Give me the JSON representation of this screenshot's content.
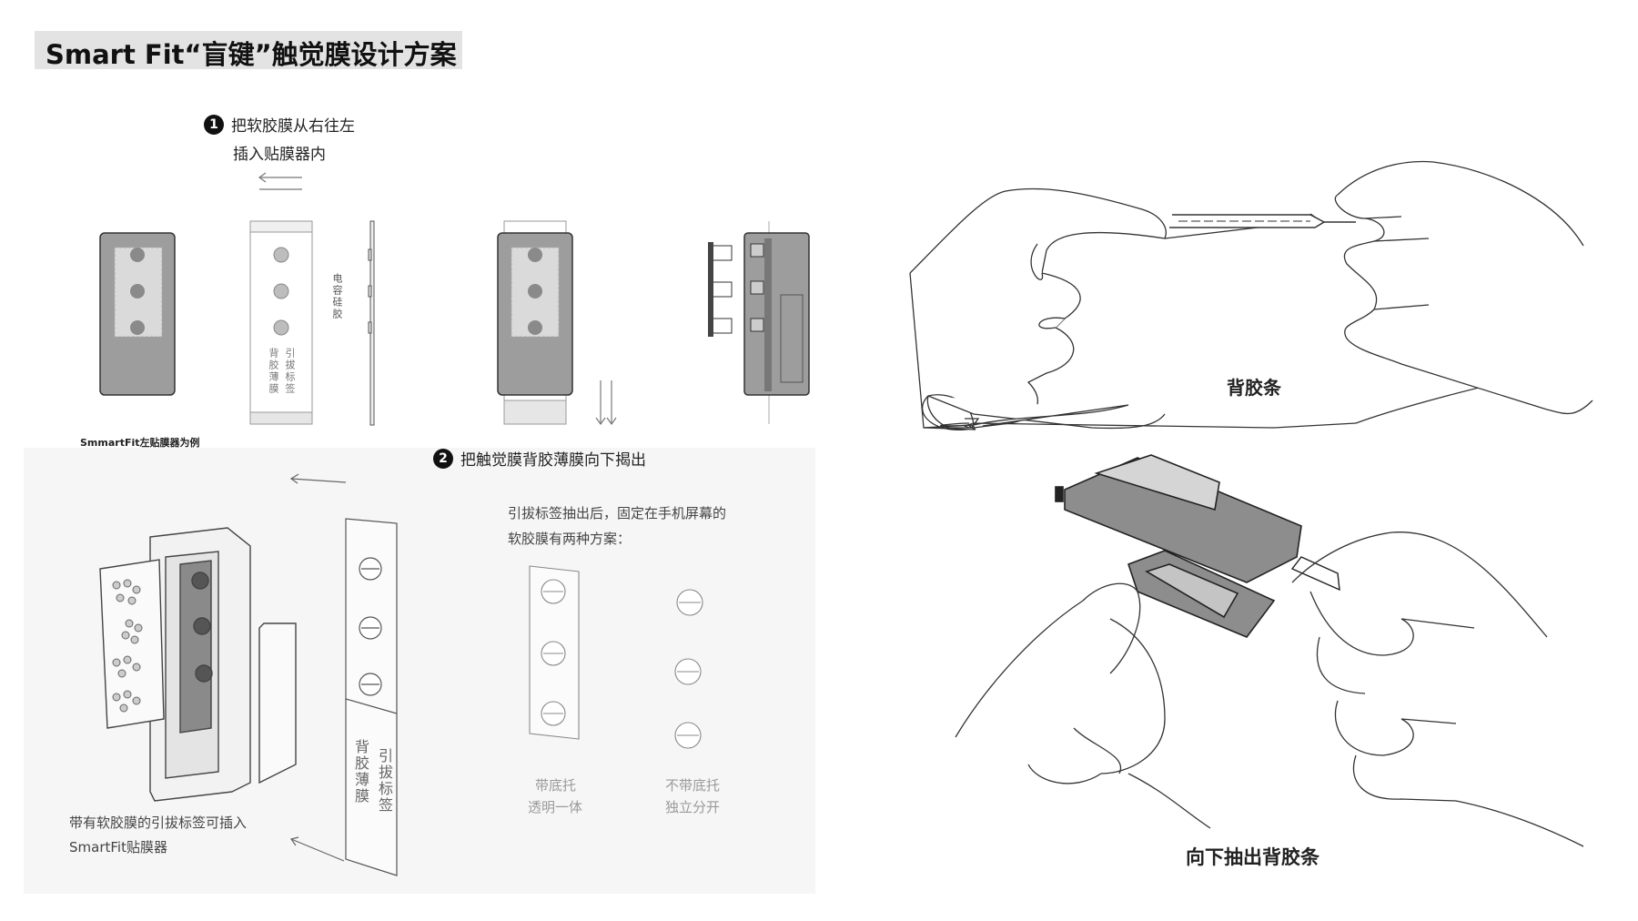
{
  "title": "Smart Fit“盲键”触觉膜设计方案",
  "step1": {
    "number": "1",
    "line1": "把软胶膜从右往左",
    "line2": "插入贴膜器内"
  },
  "top_labels": {
    "capacitive_silicone": "电容硅胶",
    "back_film": "背胶薄膜",
    "pull_tab": "引拔标签",
    "example_caption": "SmmartFit左贴膜器为例"
  },
  "step2": {
    "number": "2",
    "text": "把触觉膜背胶薄膜向下揭出"
  },
  "bottom": {
    "desc_line1": "引拔标签抽出后，固定在手机屏幕的",
    "desc_line2": "软胶膜有两种方案：",
    "film_back_label": "背胶薄膜",
    "film_pull_label": "引拔标签",
    "caption_line1": "带有软胶膜的引拔标签可插入",
    "caption_line2": "SmartFit贴膜器",
    "option1_line1": "带底托",
    "option1_line2": "透明一体",
    "option2_line1": "不带底托",
    "option2_line2": "独立分开"
  },
  "right": {
    "label_top": "背胶条",
    "label_bottom": "向下抽出背胶条"
  },
  "colors": {
    "title_bg": "#e3e3e3",
    "device_gray": "#9d9d9d",
    "panel_bg": "#f6f6f6",
    "line": "#333333"
  }
}
